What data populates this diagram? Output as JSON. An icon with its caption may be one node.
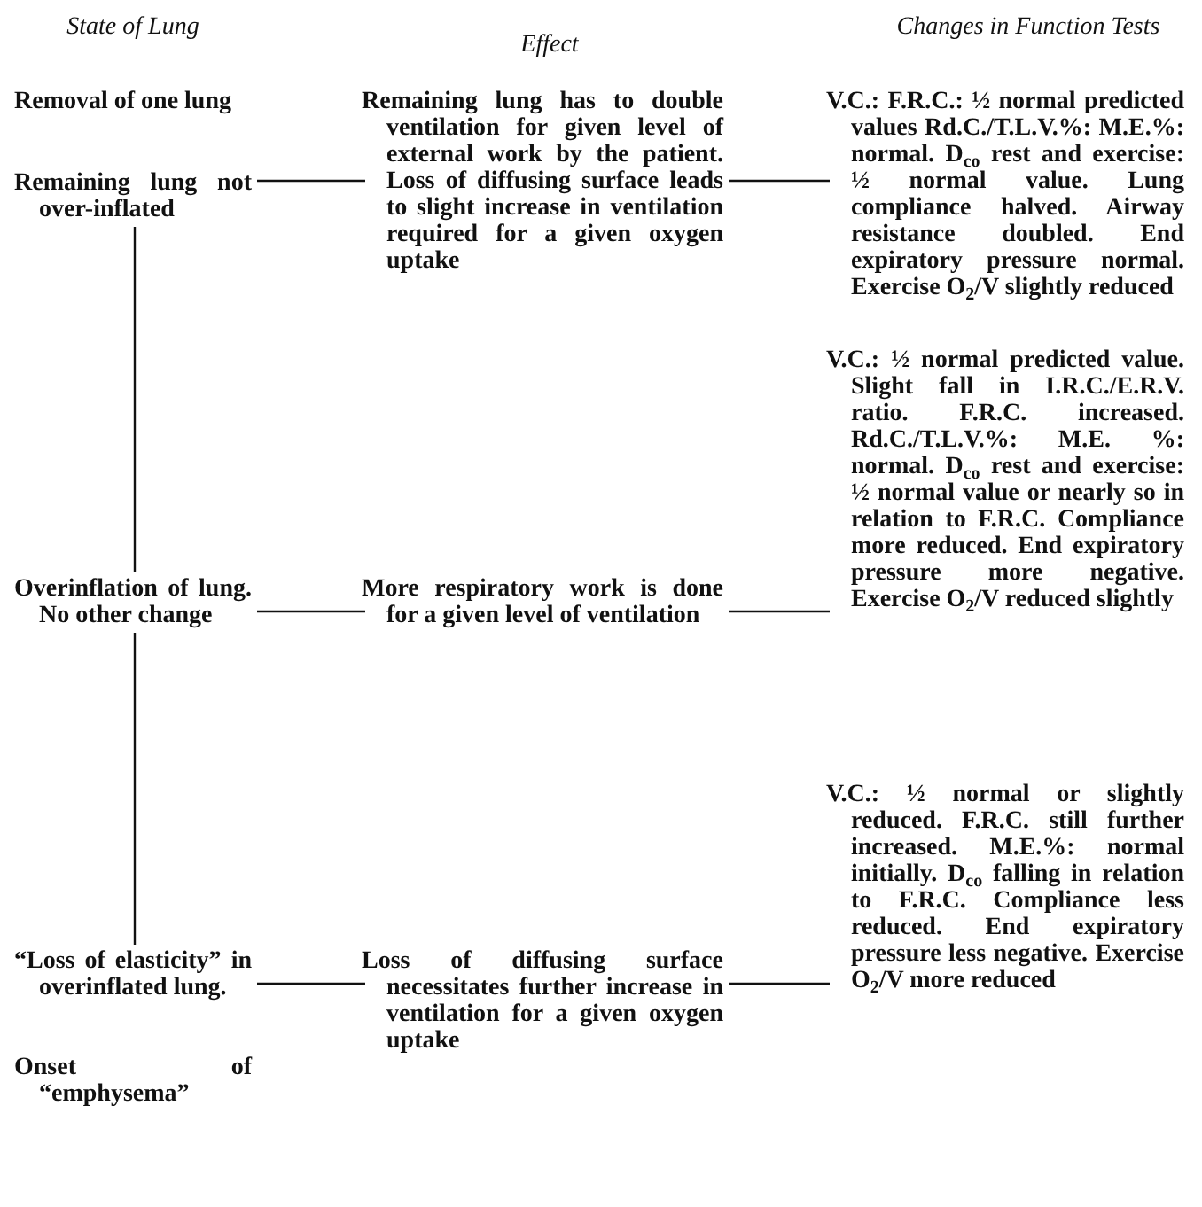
{
  "diagram": {
    "nodes": [
      {
        "text": [
          "Remaining lung not over-inflated"
        ]
      },
      {
        "text": [
          "Remaining lung has to double ventilation for given level of external work by the patient. Loss of diffusing surface leads to slight increase in ventilation required for a given oxygen uptake"
        ]
      },
      {
        "text": [
          "V.C.: F.R.C.: ½ normal predicted values Rd.C./T.L.V.%: M.E.%: normal. D$_{co}$ rest and exercise: ½ normal value. Lung compliance halved. Airway resistance doubled. End expiratory pressure normal. Exercise O$_{2}$/V slightly reduced"
        ]
      },
      {
        "text": [
          "Overinflation of lung. No other change"
        ]
      },
      {
        "text": [
          "More respiratory work is done for a given level of ventilation"
        ]
      },
      {
        "text": [
          "V.C.: ½ normal predicted value. Slight fall in I.R.C./E.R.V. ratio. F.R.C. increased. Rd.C./T.L.V.%: M.E. %: normal. D$_{co}$ rest and exercise: ½ normal value or nearly so in relation to F.R.C. Compliance more reduced. End expiratory pressure more negative. Exercise O$_{2}$/V reduced slightly"
        ]
      },
      {
        "text": [
          "“Loss of elasticity” in overinflated lung."
        ]
      },
      {
        "text": [
          "Loss of diffusing surface necessitates further increase in ventilation for a given oxygen uptake"
        ]
      },
      {
        "text": [
          "V.C.: ½ normal or slightly reduced. F.R.C. still further increased. M.E.%: normal initially. D$_{co}$ falling in relation to F.R.C. Compliance less reduced. End expiratory pressure less negative. Exercise O$_{2}$/V more reduced"
        ]
      }
    ],
    "edges": [
      {
        "from": 0,
        "to": 1,
        "arrow": "none"
      },
      {
        "from": 1,
        "to": 2,
        "arrow": "none"
      },
      {
        "from": 0,
        "to": 3,
        "arrow": "none"
      },
      {
        "from": 3,
        "to": 4,
        "arrow": "none"
      },
      {
        "from": 4,
        "to": 5,
        "arrow": "none"
      },
      {
        "from": 3,
        "to": 6,
        "arrow": "none"
      },
      {
        "from": 6,
        "to": 7,
        "arrow": "none"
      },
      {
        "from": 7,
        "to": 8,
        "arrow": "none"
      }
    ],
    "labels": [
      "State of Lung",
      "Effect",
      "Changes in Function Tests",
      "Removal of one lung",
      "Onset of “emphysema”"
    ]
  }
}
